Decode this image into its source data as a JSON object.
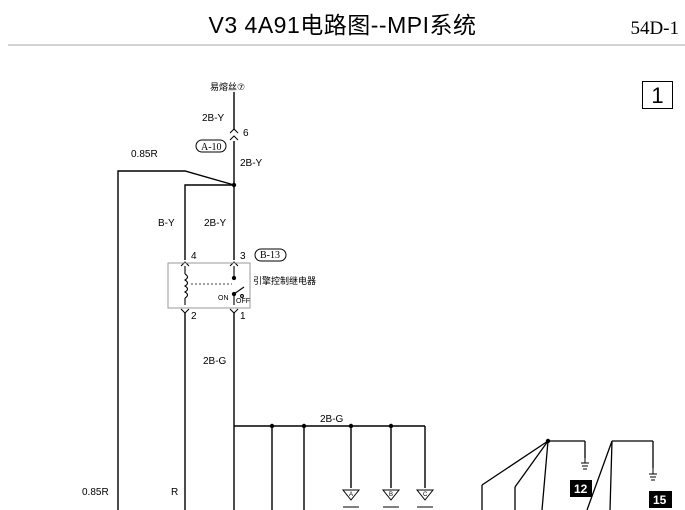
{
  "header": {
    "title": "V3 4A91电路图--MPI系统",
    "page_code": "54D-1",
    "sheet_number": "1"
  },
  "fuse": {
    "label": "易熔丝⑦"
  },
  "wires": {
    "top_feed": "2B-Y",
    "after_connector": "2B-Y",
    "left_outer_top": "0.85R",
    "relay_pin4_wire": "B-Y",
    "relay_pin3_wire": "2B-Y",
    "relay_out": "2B-G",
    "bus": "2B-G",
    "left_outer_bottom": "0.85R",
    "left_inner_bottom": "R"
  },
  "connectors": {
    "a10": {
      "id": "A-10",
      "pin": "6"
    },
    "b13": {
      "id": "B-13"
    }
  },
  "relay": {
    "name": "引擎控制继电器",
    "pin_tl": "4",
    "pin_tr": "3",
    "pin_bl": "2",
    "pin_br": "1",
    "on_label": "ON",
    "off_label": "OFF"
  },
  "branches": [
    {
      "label": "A"
    },
    {
      "label": "B"
    },
    {
      "label": "C"
    }
  ],
  "refs": [
    {
      "number": "12"
    },
    {
      "number": "15"
    }
  ]
}
